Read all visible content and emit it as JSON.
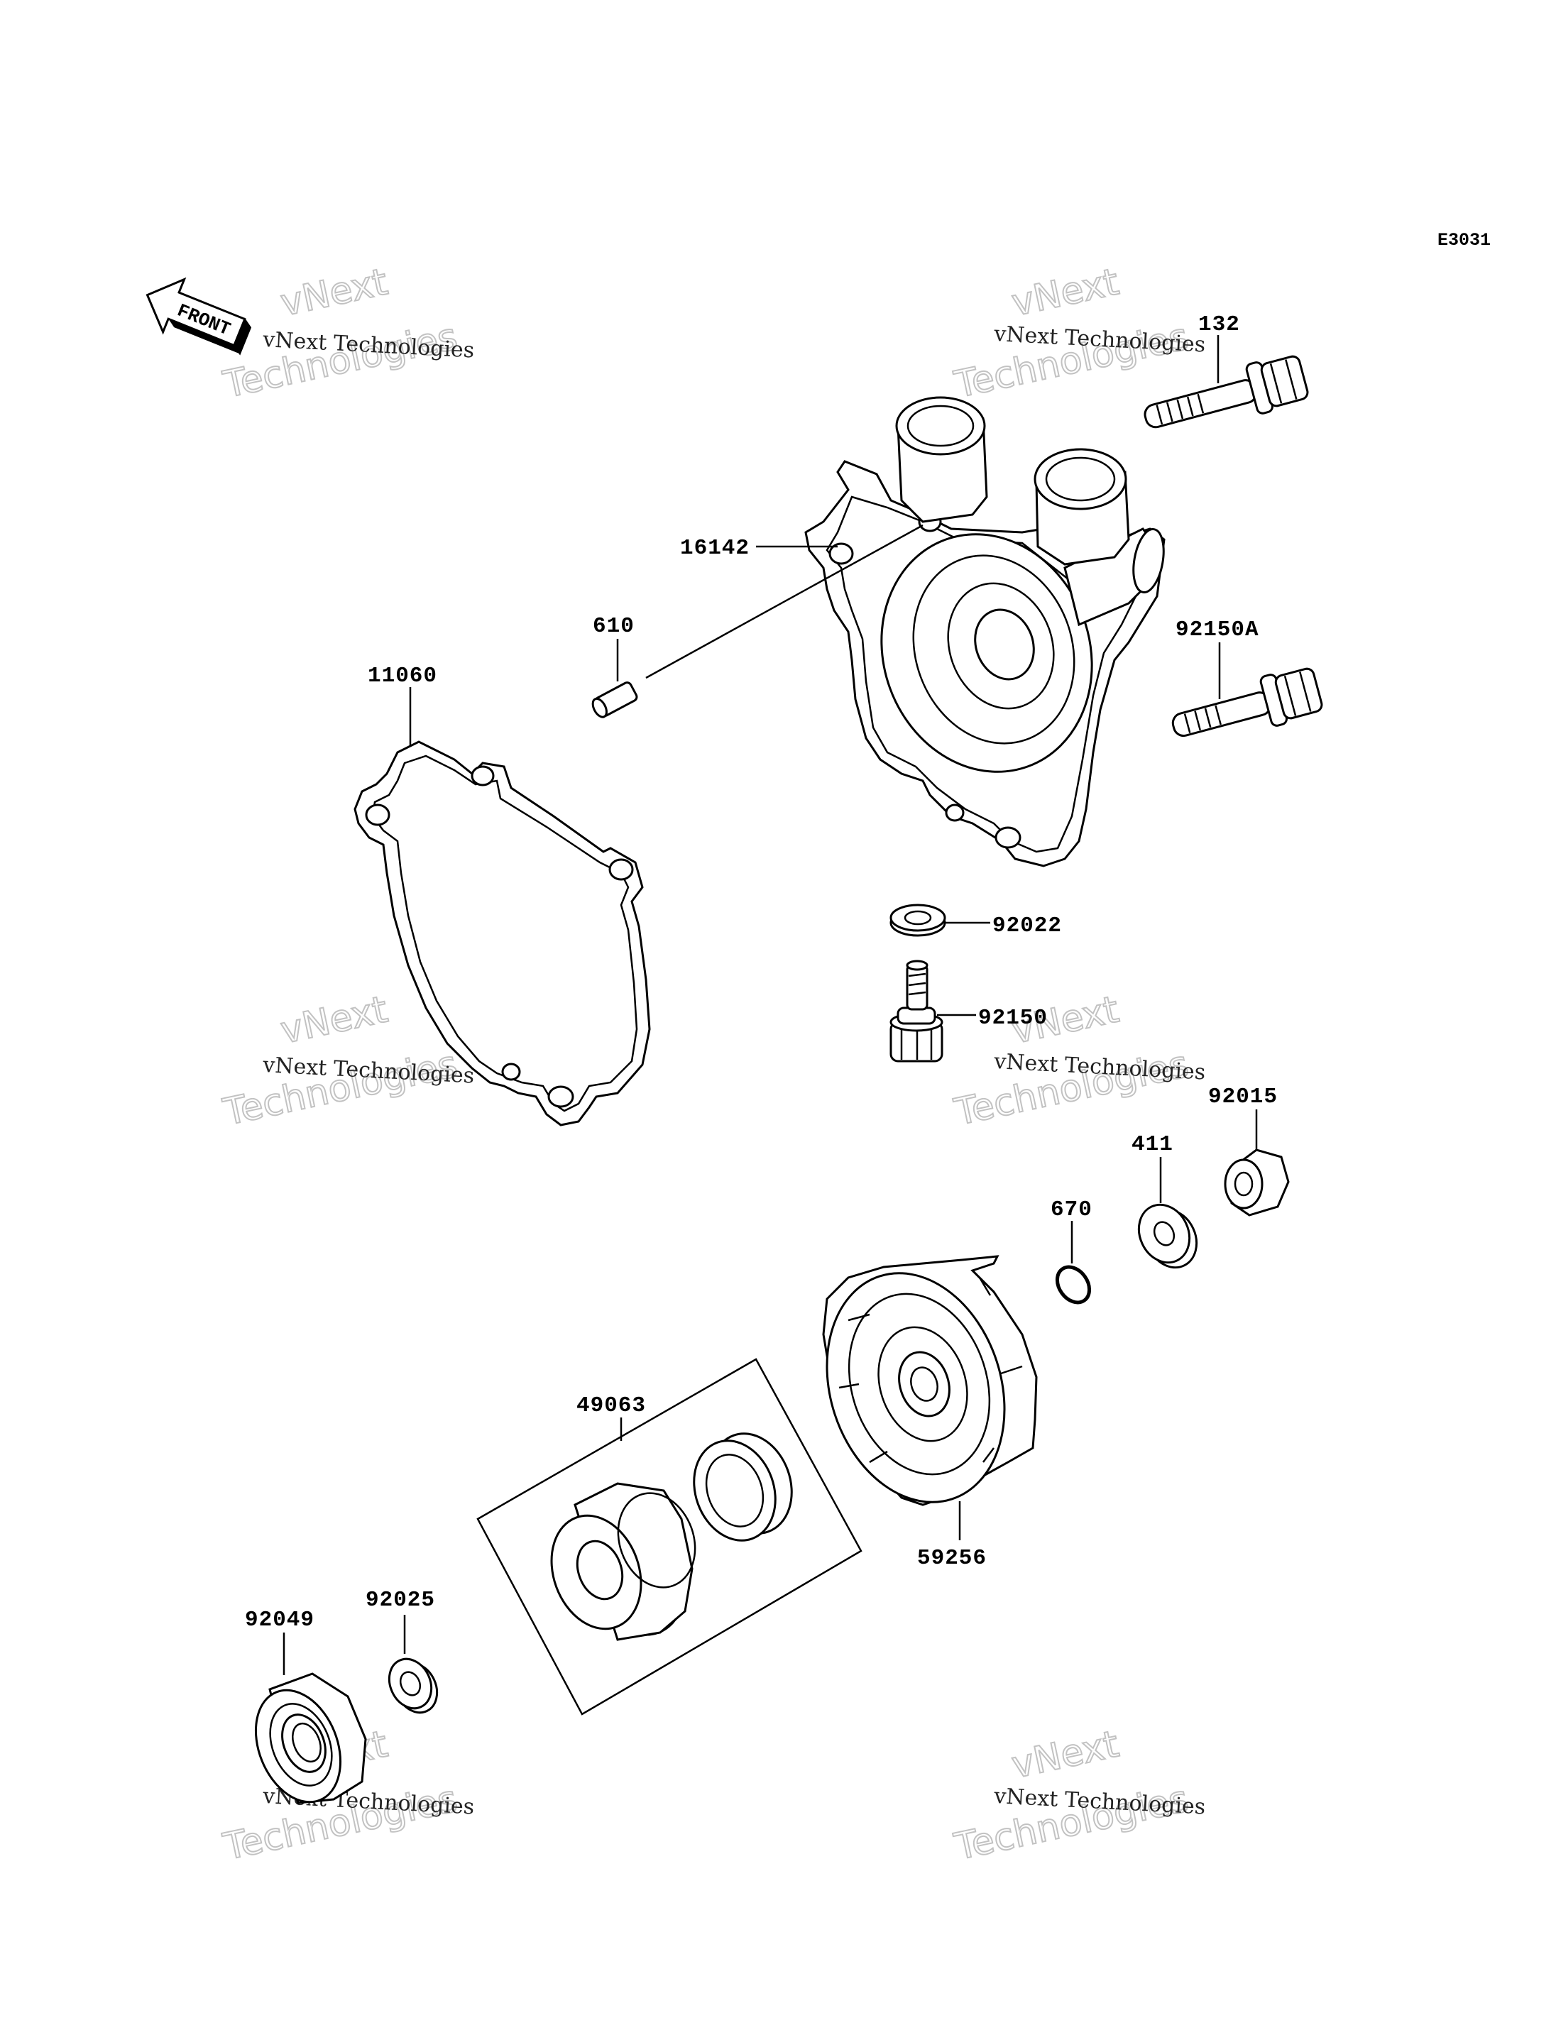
{
  "diagram": {
    "code": "E3031",
    "front_label": "FRONT",
    "watermark": {
      "company": "vNext Technologies",
      "big_line1": "vNext",
      "big_line2": "Technologies"
    },
    "callouts": {
      "p132": "132",
      "p16142": "16142",
      "p610": "610",
      "p92150A": "92150A",
      "p11060": "11060",
      "p92022": "92022",
      "p92150": "92150",
      "p92015": "92015",
      "p411": "411",
      "p670": "670",
      "p49063": "49063",
      "p59256": "59256",
      "p92025": "92025",
      "p92049": "92049"
    }
  }
}
